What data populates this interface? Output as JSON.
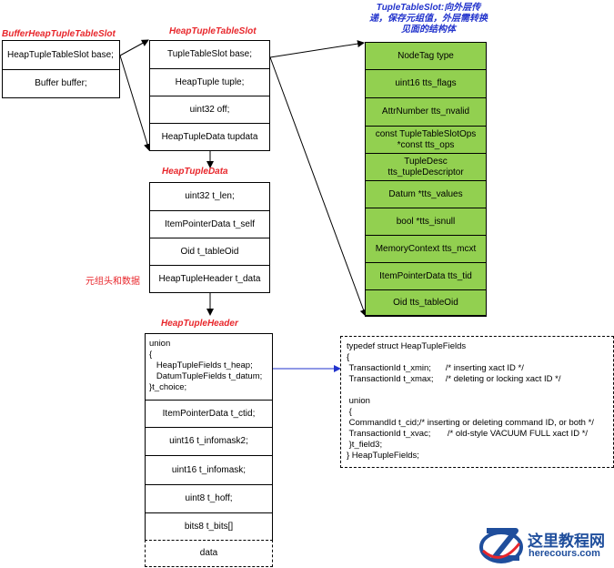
{
  "buffer_slot": {
    "title": "BufferHeapTupleTableSlot",
    "fields": [
      "HeapTupleTableSlot base;",
      "Buffer buffer;"
    ]
  },
  "heap_slot": {
    "title": "HeapTupleTableSlot",
    "fields": [
      "TupleTableSlot base;",
      "HeapTuple tuple;",
      "uint32 off;",
      "HeapTupleData tupdata"
    ]
  },
  "tuple_slot": {
    "title": "TupleTableSlot:向外层传递，保存元组值，外层需转换见面的结构体",
    "fields": [
      "NodeTag     type",
      "uint16 tts_flags",
      "AttrNumber tts_nvalid",
      "const TupleTableSlotOps *const tts_ops",
      "TupleDesc tts_tupleDescriptor",
      "Datum  *tts_values",
      "bool *tts_isnull",
      "MemoryContext tts_mcxt",
      "ItemPointerData tts_tid",
      "Oid tts_tableOid"
    ]
  },
  "heap_tuple_data": {
    "title": "HeapTupleData",
    "fields": [
      "uint32 t_len;",
      "ItemPointerData t_self",
      "Oid t_tableOid",
      "HeapTupleHeader t_data"
    ]
  },
  "side_label": "元组头和数据",
  "heap_tuple_header": {
    "title": "HeapTupleHeader",
    "union_text": "union\n{\n   HeapTupleFields t_heap;\n   DatumTupleFields t_datum;\n}t_choice;",
    "fields": [
      "ItemPointerData t_ctid;",
      "uint16 t_infomask2;",
      "uint16 t_infomask;",
      "uint8 t_hoff;",
      "bits8 t_bits[]"
    ],
    "data_label": "data"
  },
  "heap_tuple_fields_code": "typedef struct HeapTupleFields\n{\n TransactionId t_xmin;      /* inserting xact ID */\n TransactionId t_xmax;     /* deleting or locking xact ID */\n\n union\n {\n CommandId t_cid;/* inserting or deleting command ID, or both */\n TransactionId t_xvac;       /* old-style VACUUM FULL xact ID */\n }t_field3;\n} HeapTupleFields;",
  "logo": {
    "name": "这里教程网",
    "url": "herecours.com"
  },
  "colors": {
    "title_red": "#e8262b",
    "title_blue": "#2233cc",
    "slot_fill": "#92d050",
    "arrow_blue": "#2233cc"
  }
}
